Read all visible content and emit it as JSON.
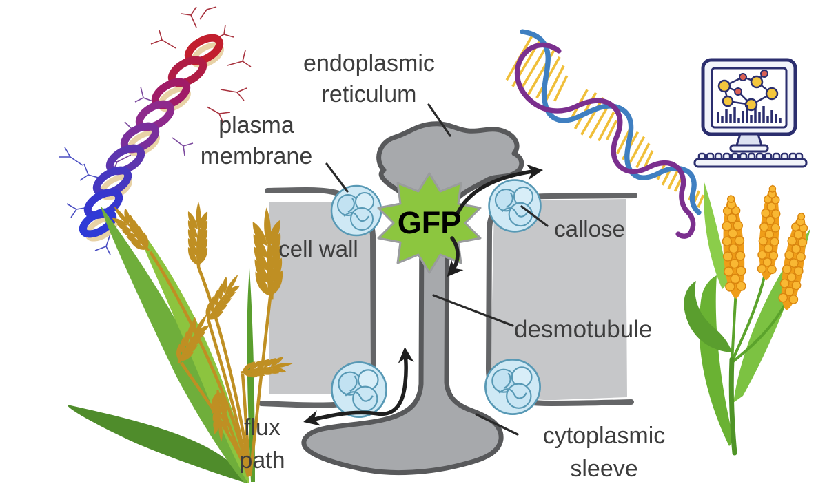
{
  "diagram": {
    "subject": "plasmodesma GFP transport diagram",
    "labels": {
      "endoplasmic_reticulum": "endoplasmic\nreticulum",
      "plasma_membrane": "plasma\nmembrane",
      "cell_wall": "cell wall",
      "gfp": "GFP",
      "callose": "callose",
      "desmotubule": "desmotubule",
      "flux_path": "flux\npath",
      "cytoplasmic_sleeve": "cytoplasmic\nsleeve"
    }
  },
  "colors": {
    "gfp_star_green": "#8cc63f",
    "cell_wall_gray": "#c6c7c9",
    "organelle_gray": "#a7a9ac",
    "organelle_outline": "#58595b",
    "membrane_gray": "#646567",
    "callose_fill": "#cfe9f5",
    "callose_stroke": "#5899b5",
    "label_text": "#3d3d3d",
    "arrow_black": "#1f1f1f",
    "wheat_gold": "#bf8f23",
    "leaf_green": "#76bc3c",
    "millet_orange": "#f3a71f",
    "dna_strand_blue": "#3f7fc1",
    "dna_strand_purple": "#7b2f8e",
    "dna_rung_yellow": "#f0bf3a",
    "monitor_navy": "#2b2e6e",
    "protein_red": "#c21f2e",
    "protein_purple": "#8e2a8c",
    "protein_blue": "#3336cd"
  },
  "icons": [
    "protein-helix-illustration",
    "wheat-plant-illustration",
    "dna-double-helix-illustration",
    "computer-monitor-icon",
    "millet-plant-illustration"
  ]
}
